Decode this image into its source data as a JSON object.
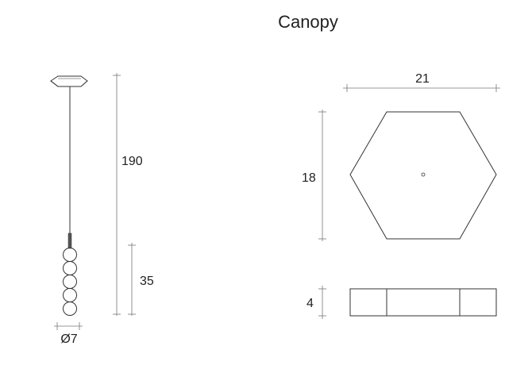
{
  "canopy_title": "Canopy",
  "dimensions": {
    "total_height": "190",
    "shade_height": "35",
    "shade_diameter": "Ø7",
    "canopy_width": "21",
    "canopy_depth": "18",
    "canopy_height": "4"
  }
}
